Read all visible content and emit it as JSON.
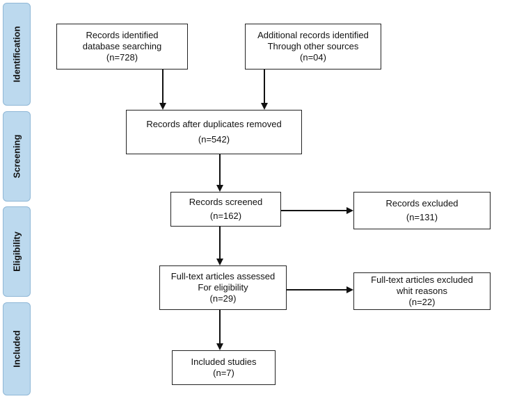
{
  "phases": {
    "identification": "Identification",
    "screening": "Screening",
    "eligibility": "Eligibility",
    "included": "Included"
  },
  "boxes": {
    "records_identified": {
      "line1": "Records identified",
      "line2": "database searching",
      "line3": "(n=728)"
    },
    "additional_records": {
      "line1": "Additional records identified",
      "line2": "Through other sources",
      "line3": "(n=04)"
    },
    "after_duplicates": {
      "line1": "Records after duplicates removed",
      "line2": "(n=542)"
    },
    "records_screened": {
      "line1": "Records screened",
      "line2": "(n=162)"
    },
    "records_excluded": {
      "line1": "Records excluded",
      "line2": "(n=131)"
    },
    "fulltext_assessed": {
      "line1": "Full-text articles assessed",
      "line2": "For eligibility",
      "line3": "(n=29)"
    },
    "fulltext_excluded": {
      "line1": "Full-text articles excluded",
      "line2": "whit reasons",
      "line3": "(n=22)"
    },
    "included_studies": {
      "line1": "Included studies",
      "line2": "(n=7)"
    }
  }
}
